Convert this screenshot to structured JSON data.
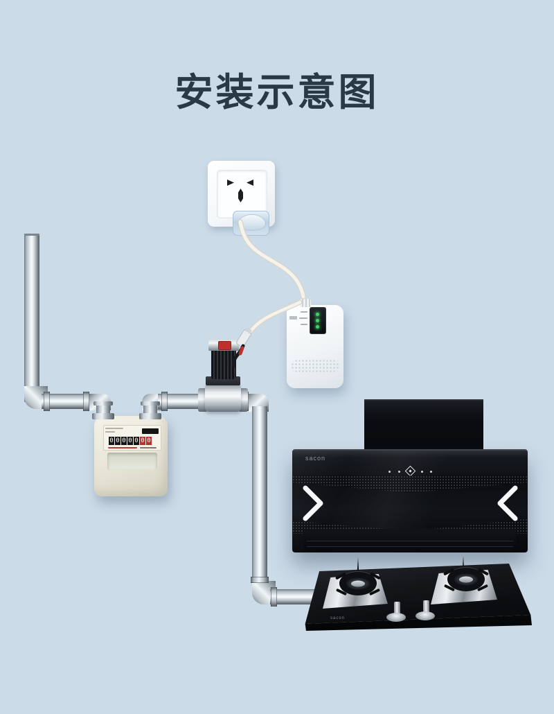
{
  "page": {
    "title": "安装示意图"
  },
  "colors": {
    "background": "#ccdbe8",
    "title_text": "#2b3846",
    "led_green": "#3fd463",
    "valve_button_red": "#bf2f2c",
    "pipe_metal_highlight": "#f6fafc",
    "meter_body": "#ebe8da",
    "hood_black": "#0b0d10",
    "digit_red_bg": "#b5322d"
  },
  "alarm": {
    "led_count": 3
  },
  "meter": {
    "digits_black": [
      "0",
      "0",
      "0",
      "0",
      "0"
    ],
    "digits_red": [
      "0",
      "0"
    ]
  },
  "hood": {
    "logo": "sacon"
  },
  "stove": {
    "logo": "sacon"
  }
}
